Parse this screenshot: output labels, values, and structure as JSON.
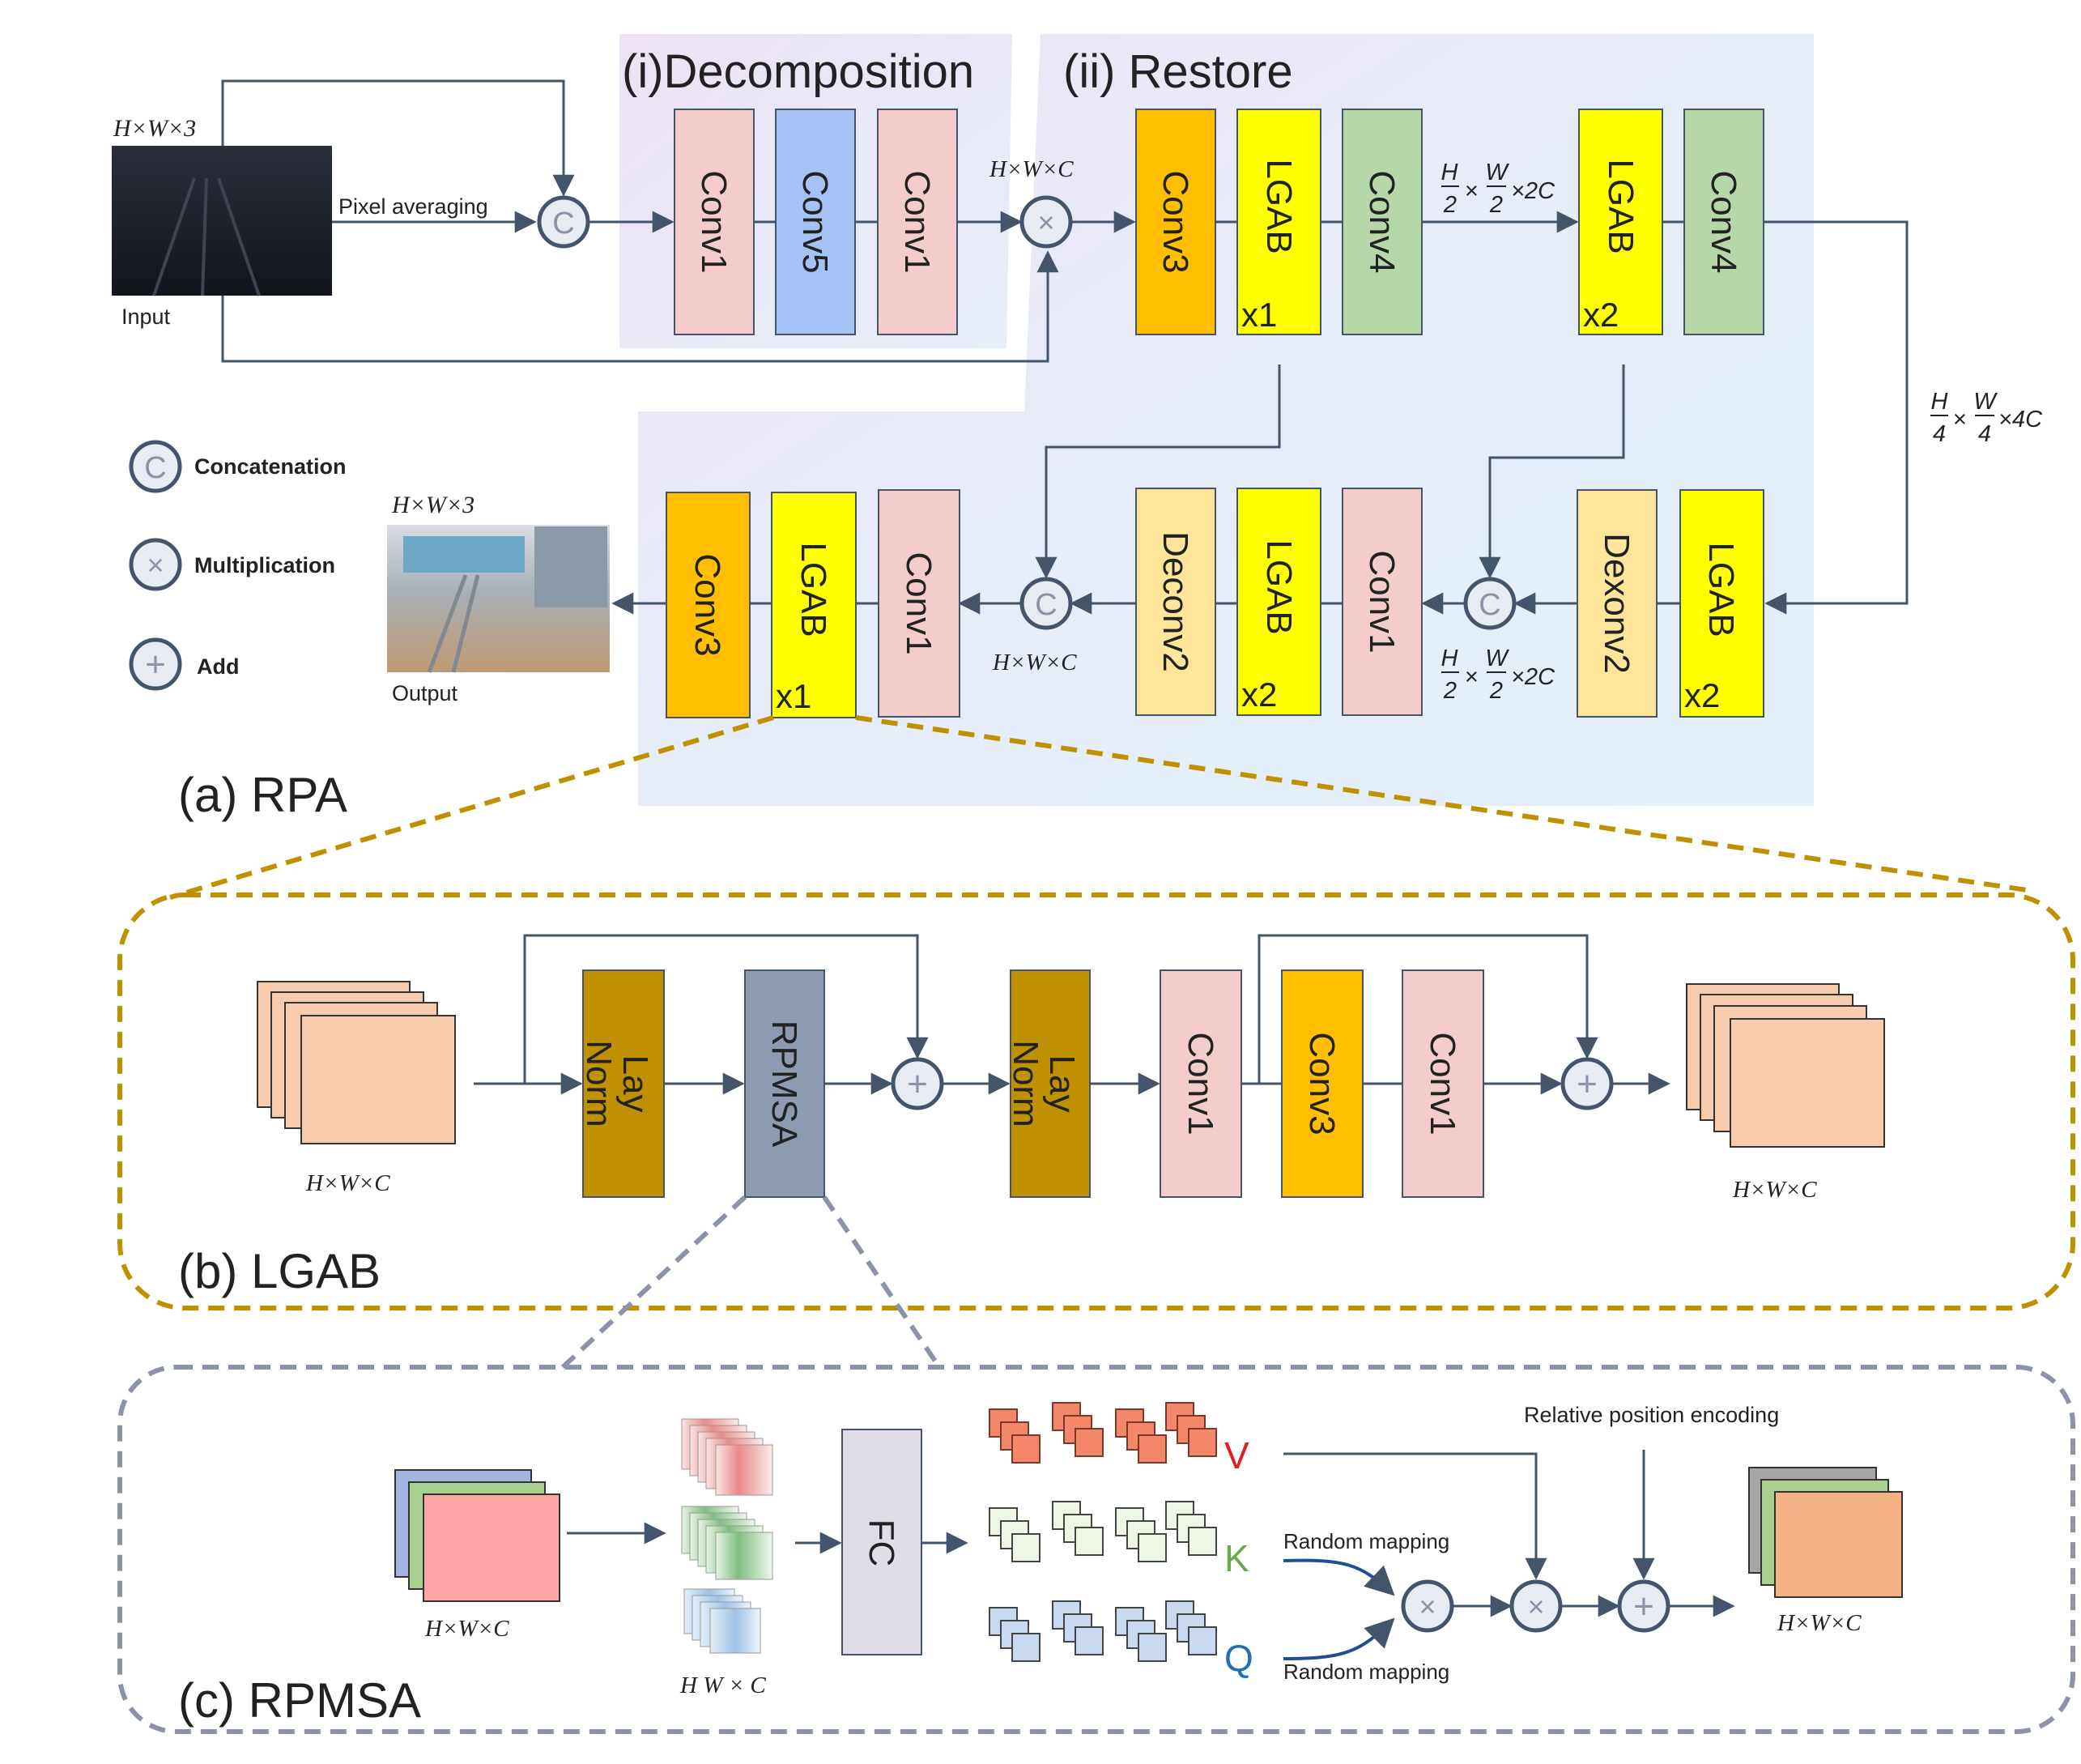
{
  "sections": {
    "decomposition": "(i)Decomposition",
    "restore": "(ii) Restore",
    "rpa": "(a) RPA",
    "lgab": "(b) LGAB",
    "rpmsa": "(c) RPMSA"
  },
  "io": {
    "input_label": "Input",
    "output_label": "Output",
    "input_dim": "H×W×3",
    "output_dim": "H×W×3",
    "pixel_averaging": "Pixel averaging"
  },
  "legend": {
    "concat_glyph": "C",
    "mult_glyph": "×",
    "add_glyph": "+",
    "concatenation": "Concatenation",
    "multiplication": "Multiplication",
    "add": "Add"
  },
  "dims": {
    "hwc": "H×W×C",
    "hwc_mid": "H×W×C",
    "h": "H",
    "w": "W",
    "two": "2",
    "four": "4",
    "times": "×",
    "x2c": "×2C",
    "x4c": "×4C",
    "hw_c": "H W  × C"
  },
  "blocks": {
    "conv1": "Conv1",
    "conv3": "Conv3",
    "conv4": "Conv4",
    "conv5": "Conv5",
    "lgab": "LGAB",
    "deconv2": "Deconv2",
    "dexonv2": "Dexonv2",
    "x1": "x1",
    "x2": "x2",
    "lay": "Lay",
    "norm": "Norm",
    "rpmsa": "RPMSA",
    "fc": "FC"
  },
  "rpmsa_labels": {
    "v": "V",
    "k": "K",
    "q": "Q",
    "random_mapping": "Random mapping",
    "relative_position": "Relative position encoding"
  },
  "colors": {
    "conv1": "#f4cccc",
    "conv3": "#ffbf00",
    "conv4": "#b6d7a8",
    "conv5": "#a4c2f4",
    "lgab": "#ffff00",
    "deconv": "#ffe599",
    "laynorm": "#bf9000",
    "rpmsa": "#8e9aaf",
    "fc": "#e0dde8",
    "gold_dash": "#bf9000",
    "gray_dash": "#8a93a8",
    "arrow": "#44546a",
    "v_color": "#e02020",
    "k_color": "#6aa84f",
    "q_color": "#1f6fb5"
  }
}
